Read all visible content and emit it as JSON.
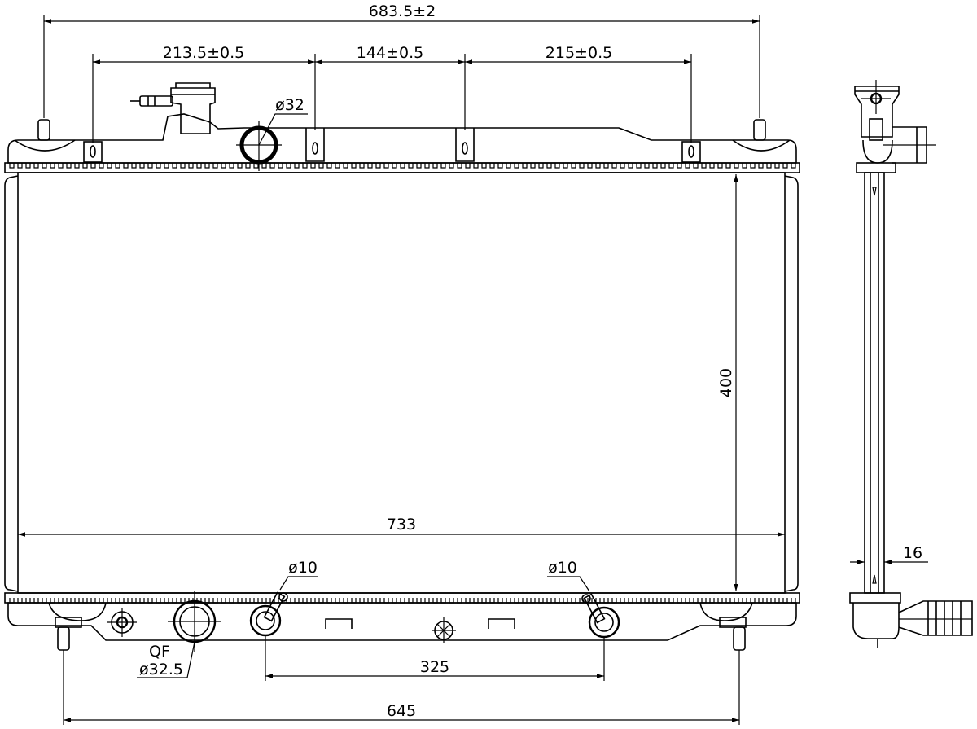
{
  "dimensions": {
    "overall_mount_width": "683.5±2",
    "bracket_span_left": "213.5±0.5",
    "bracket_span_center": "144±0.5",
    "bracket_span_right": "215±0.5",
    "upper_inlet_diameter": "ø32",
    "core_width": "733",
    "core_height": "400",
    "left_fitting_diameter": "ø10",
    "right_fitting_diameter": "ø10",
    "fitting_spacing": "325",
    "lower_mount_width": "645",
    "outlet_type": "QF",
    "outlet_diameter": "ø32.5",
    "core_thickness": "16"
  },
  "colors": {
    "line": "#000000",
    "background": "#ffffff"
  }
}
